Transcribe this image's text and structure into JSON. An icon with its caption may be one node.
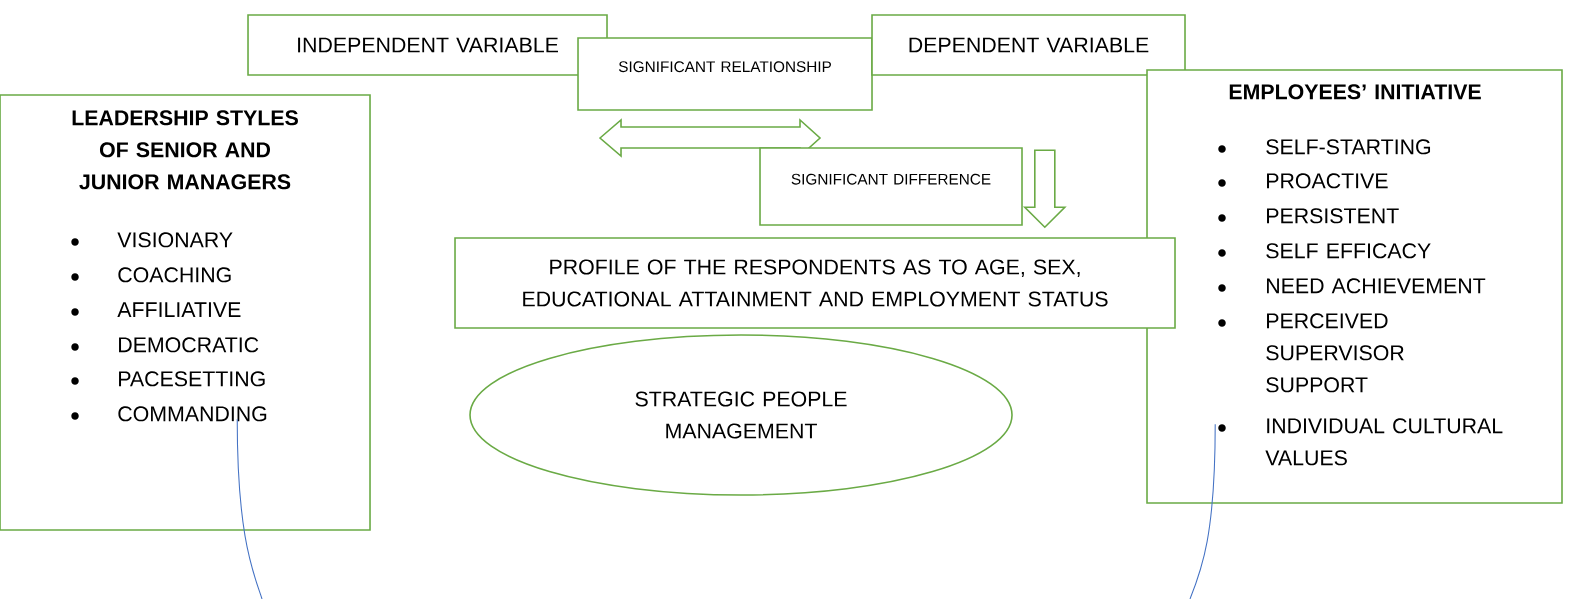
{
  "diagram": {
    "nodes": [
      {
        "text": [
          "INDEPENDENT VARIABLE"
        ]
      },
      {
        "text": [
          "SIGNIFICANT RELATIONSHIP"
        ]
      },
      {
        "text": [
          "DEPENDENT VARIABLE"
        ]
      },
      {
        "text": [
          "LEADERSHIP STYLES OF SENIOR AND JUNIOR MANAGERS",
          "VISIONARY",
          "COACHING",
          "AFFILIATIVE",
          "DEMOCRATIC",
          "PACESETTING",
          "COMMANDING"
        ]
      },
      {
        "text": [
          "EMPLOYEES’ INITIATIVE",
          "SELF-STARTING",
          "PROACTIVE",
          "PERSISTENT",
          "SELF EFFICACY",
          "NEED ACHIEVEMENT",
          "PERCEIVED SUPERVISOR SUPPORT",
          "INDIVIDUAL CULTURAL VALUES"
        ]
      },
      {
        "text": [
          "SIGNIFICANT DIFFERENCE"
        ]
      },
      {
        "text": [
          "PROFILE OF THE RESPONDENTS AS TO AGE, SEX, EDUCATIONAL ATTAINMENT AND EMPLOYMENT STATUS"
        ]
      },
      {
        "text": [
          "STRATEGIC PEOPLE MANAGEMENT"
        ]
      }
    ],
    "edges": [
      {
        "from": 5,
        "to": 6,
        "arrow": "to"
      },
      {
        "from": 3,
        "to": null,
        "arrow": "none",
        "color": "#4472c4"
      },
      {
        "from": 4,
        "to": null,
        "arrow": "none",
        "color": "#4472c4"
      }
    ]
  }
}
